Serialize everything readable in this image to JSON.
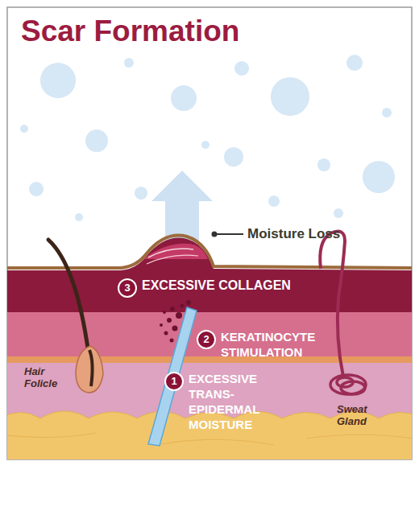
{
  "diagram": {
    "title": "Scar Formation",
    "nodes": [
      {
        "text": [
          "3",
          "EXCESSIVE COLLAGEN"
        ]
      },
      {
        "text": [
          "2",
          "KERATINOCYTE STIMULATION"
        ]
      },
      {
        "text": [
          "1",
          "EXCESSIVE TRANS-EPIDERMAL MOISTURE"
        ]
      }
    ],
    "labels": [
      "Moisture Loss",
      "Hair Folicle",
      "Sweat Gland"
    ]
  }
}
